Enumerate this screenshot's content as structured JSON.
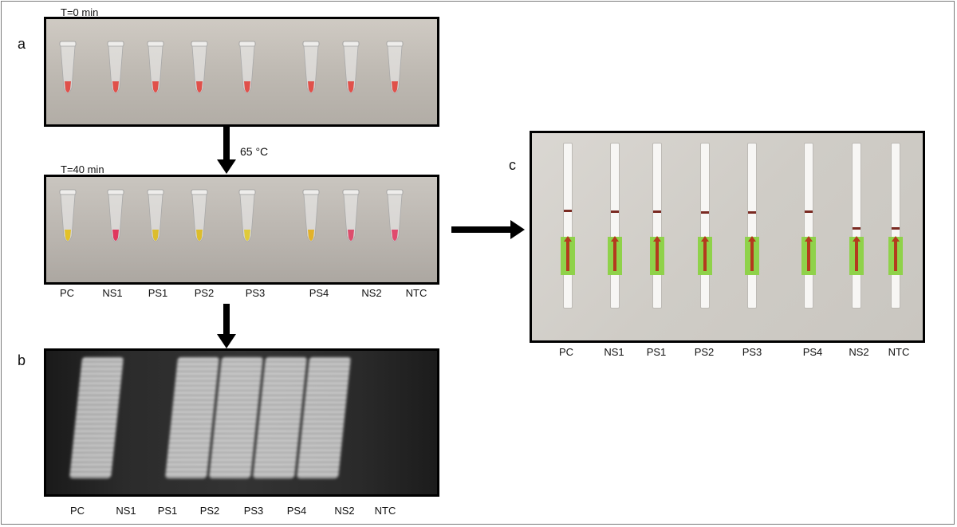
{
  "panel_letters": {
    "a": "a",
    "b": "b",
    "c": "c"
  },
  "time_labels": {
    "t0": "T=0 min",
    "t40": "T=40 min"
  },
  "temperature_label": "65 °C",
  "sample_labels": [
    "PC",
    "NS1",
    "PS1",
    "PS2",
    "PS3",
    "PS4",
    "NS2",
    "NTC"
  ],
  "colors": {
    "initial_tube_liquid": "#e0504a",
    "final_tube_liquid": [
      "#e3c128",
      "#e0385e",
      "#dcbd2c",
      "#dcbd2c",
      "#dfca3a",
      "#e2b22a",
      "#dd4d6c",
      "#e04a6e"
    ],
    "lateral_flow_pad": "#8fd24a",
    "test_line": "#7a2a22"
  },
  "gel_lanes_positive": [
    true,
    false,
    true,
    true,
    true,
    true,
    false,
    false
  ],
  "strip_control_line": [
    true,
    true,
    true,
    true,
    true,
    true,
    true,
    true
  ]
}
